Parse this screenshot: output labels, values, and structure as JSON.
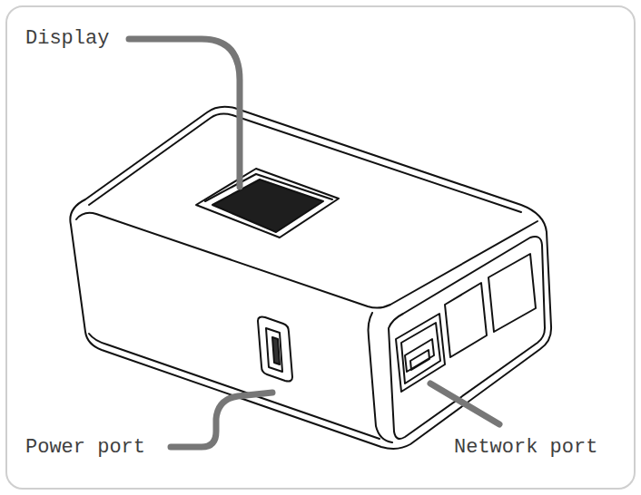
{
  "diagram": {
    "labels": [
      "Display",
      "Power port",
      "Network port"
    ]
  }
}
